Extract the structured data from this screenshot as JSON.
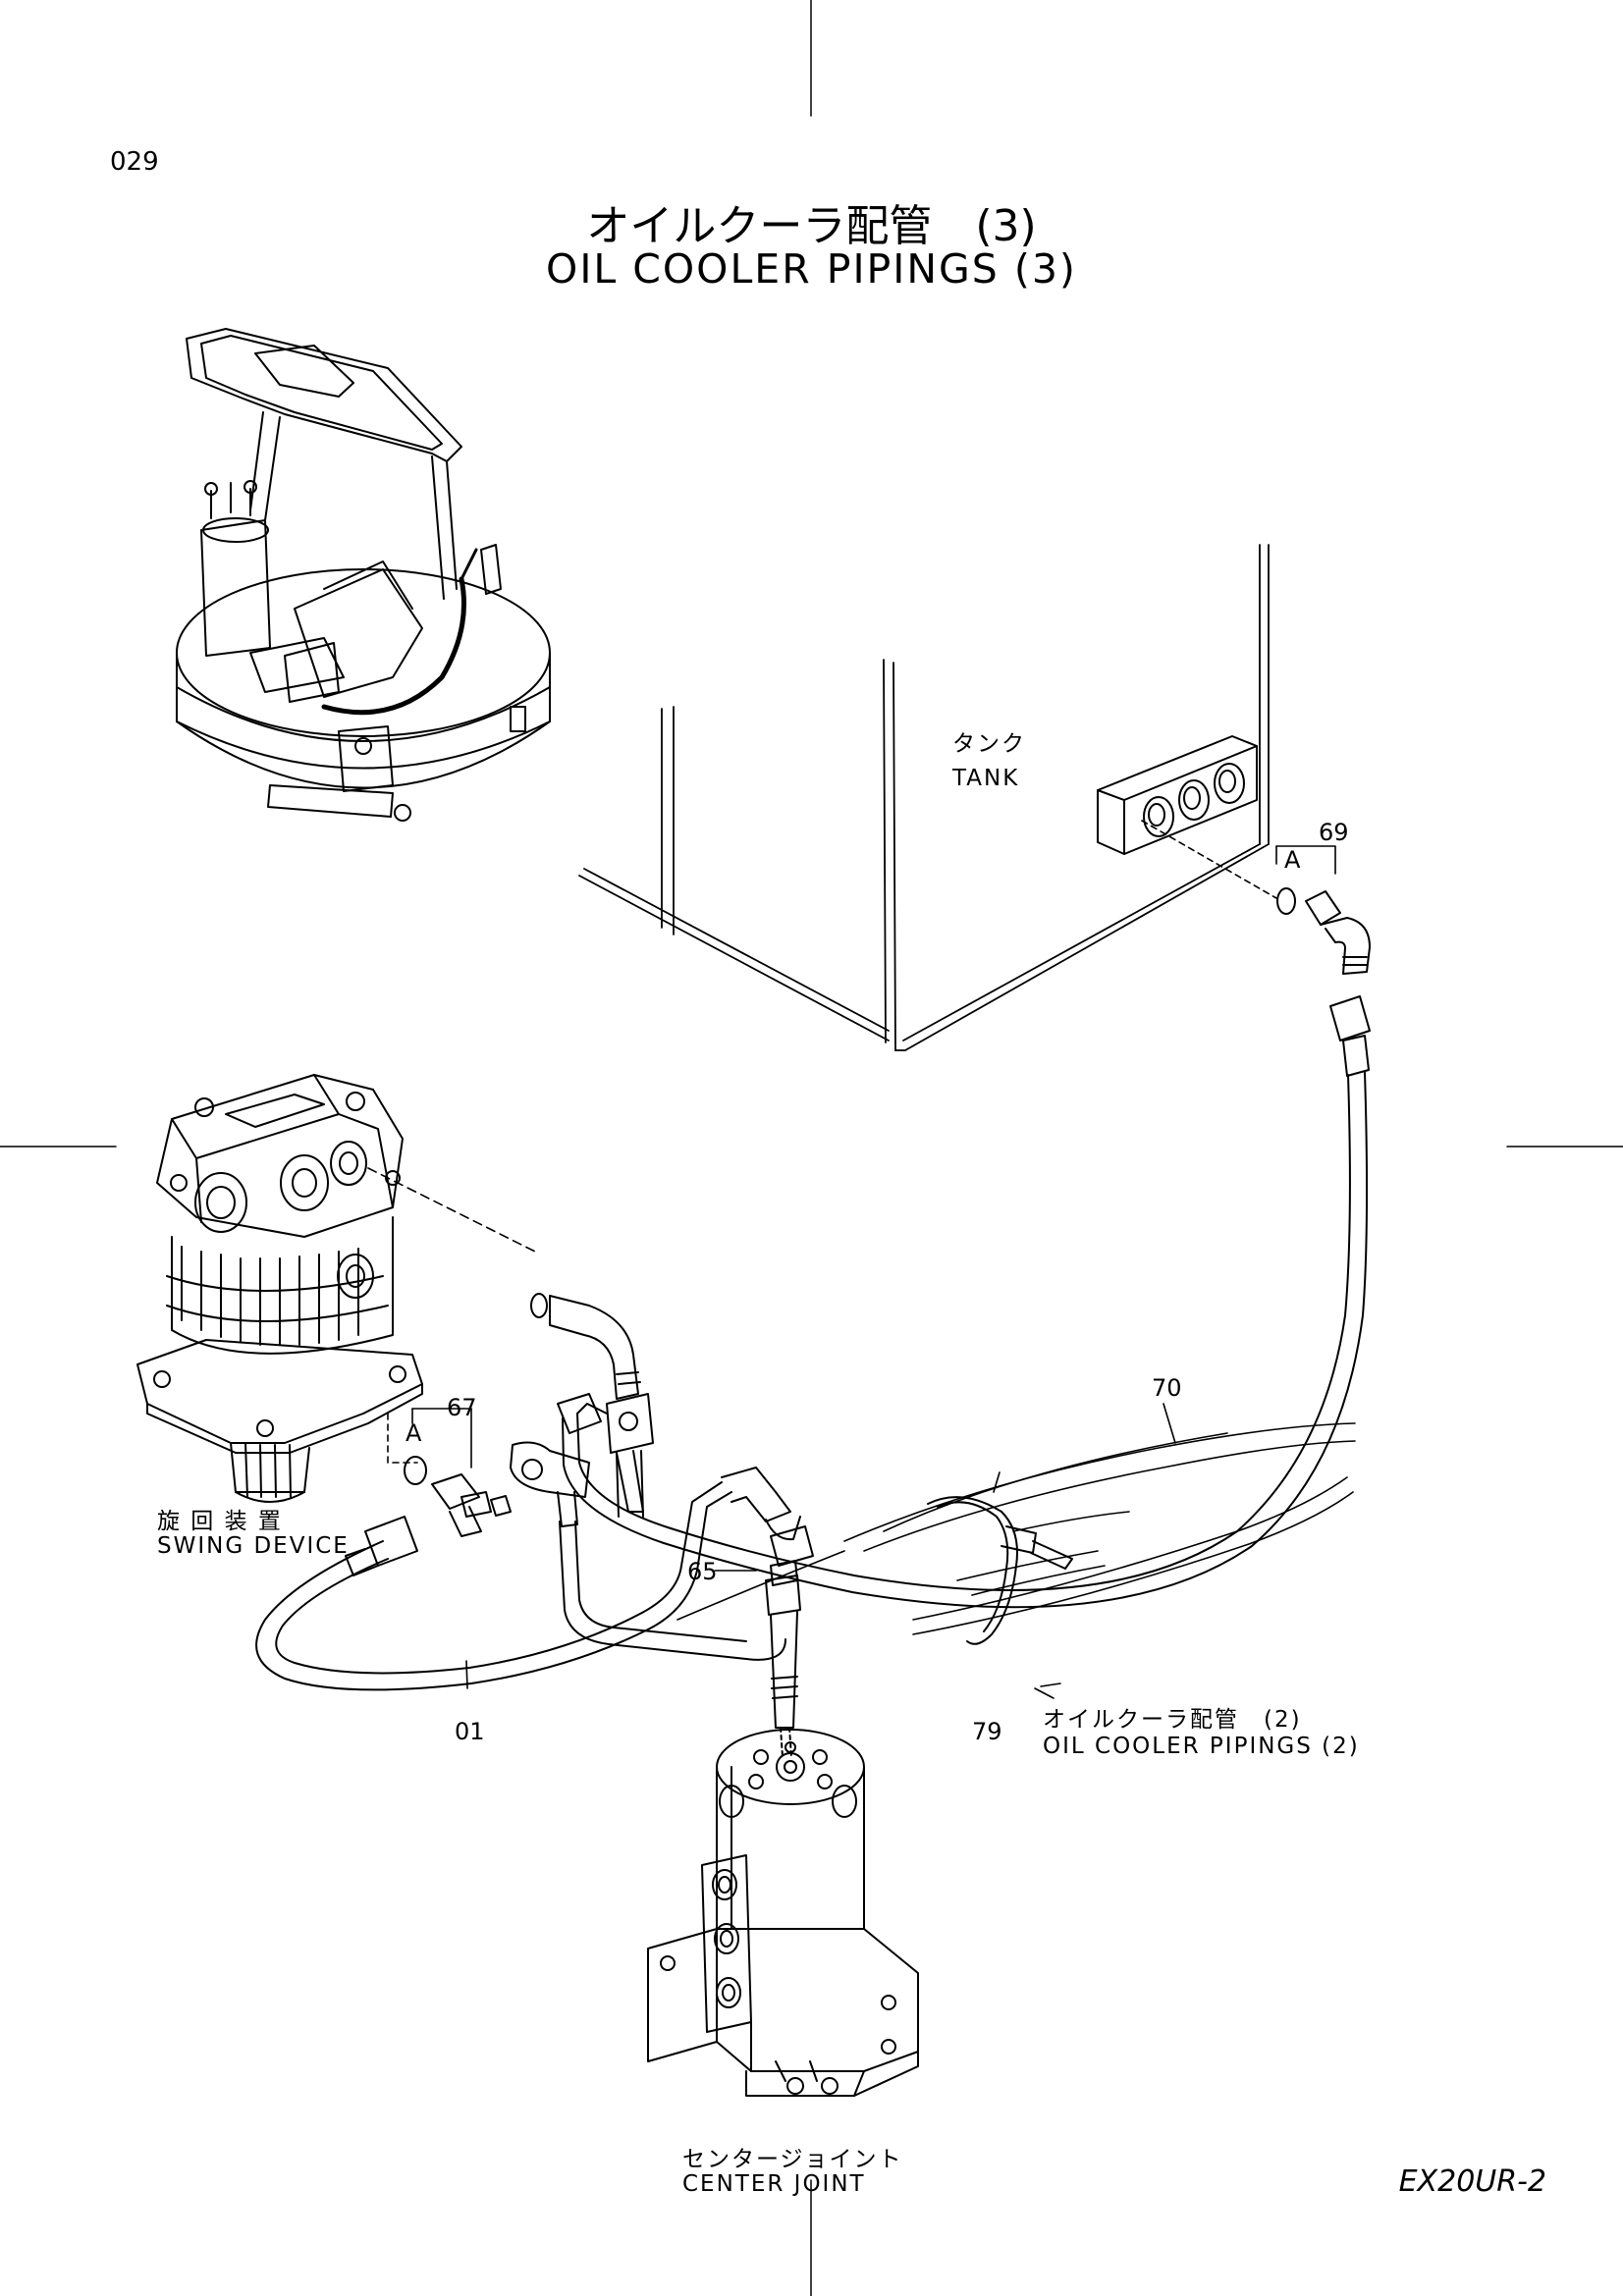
{
  "page_number": "029",
  "title": {
    "japanese": "オイルクーラ配管　(3)",
    "english": "OIL  COOLER  PIPINGS  (3)"
  },
  "labels": {
    "tank_jp": "タンク",
    "tank_en": "TANK",
    "swing_jp": "旋 回 装 置",
    "swing_en": "SWING  DEVICE",
    "center_jp": "センタージョイント",
    "center_en": "CENTER  JOINT",
    "oil_cooler2_jp": "オイルクーラ配管　(2)",
    "oil_cooler2_en": "OIL  COOLER  PIPINGS  (2)"
  },
  "part_numbers": {
    "p69": "69",
    "p67": "67",
    "p70": "70",
    "p65": "65",
    "p01": "01",
    "p79": "79"
  },
  "section_marks": {
    "a_upper": "A",
    "a_lower": "A"
  },
  "model": "EX20UR-2"
}
